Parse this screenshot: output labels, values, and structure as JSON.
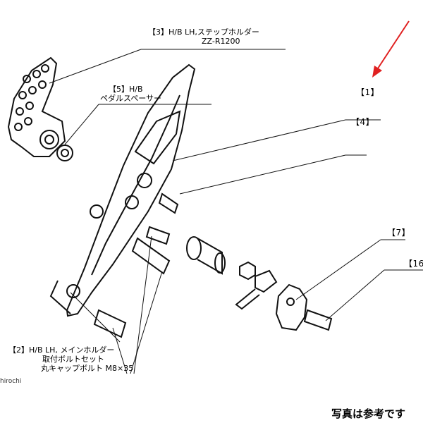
{
  "parts": {
    "p3": {
      "line1": "【3】H/B LH,ステップホルダー",
      "line2": "ZZ-R1200"
    },
    "p5": {
      "line1": "【5】H/B",
      "line2": "ペダルスペーサー"
    },
    "p1": {
      "label": "【1】"
    },
    "p4": {
      "label": "【4】"
    },
    "p7": {
      "label": "【7】"
    },
    "p16": {
      "label": "【16】"
    },
    "p2": {
      "line1": "【2】H/B LH, メインホルダー",
      "line2": "取付ボルトセット",
      "line3": "丸キャップボルト M8×35"
    }
  },
  "watermark": "hirochi",
  "note": "写真は参考です",
  "colors": {
    "arrow": "#e02020",
    "ink": "#111111"
  }
}
